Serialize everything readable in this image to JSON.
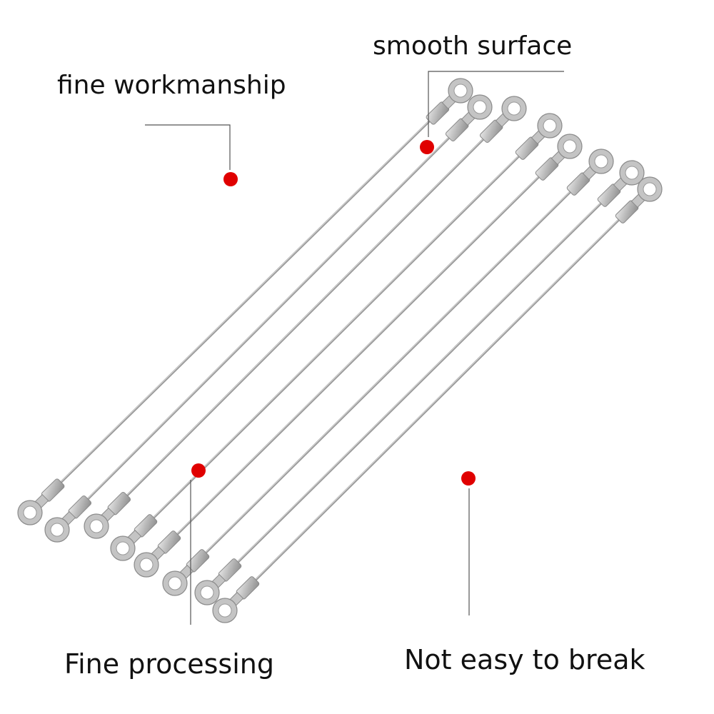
{
  "callouts": {
    "fine_workmanship": "fine workmanship",
    "smooth_surface": "smooth surface",
    "fine_processing": "Fine processing",
    "not_easy_to_break": "Not easy to break"
  },
  "product": {
    "item": "stainless steel wire rope with ring terminals",
    "quantity_shown": 8
  },
  "colors": {
    "background": "#ffffff",
    "marker_dot": "#e00000",
    "leader_line": "#555555",
    "cable": "#9a9a9a",
    "terminal": "#c4c4c4",
    "text": "#111111"
  }
}
